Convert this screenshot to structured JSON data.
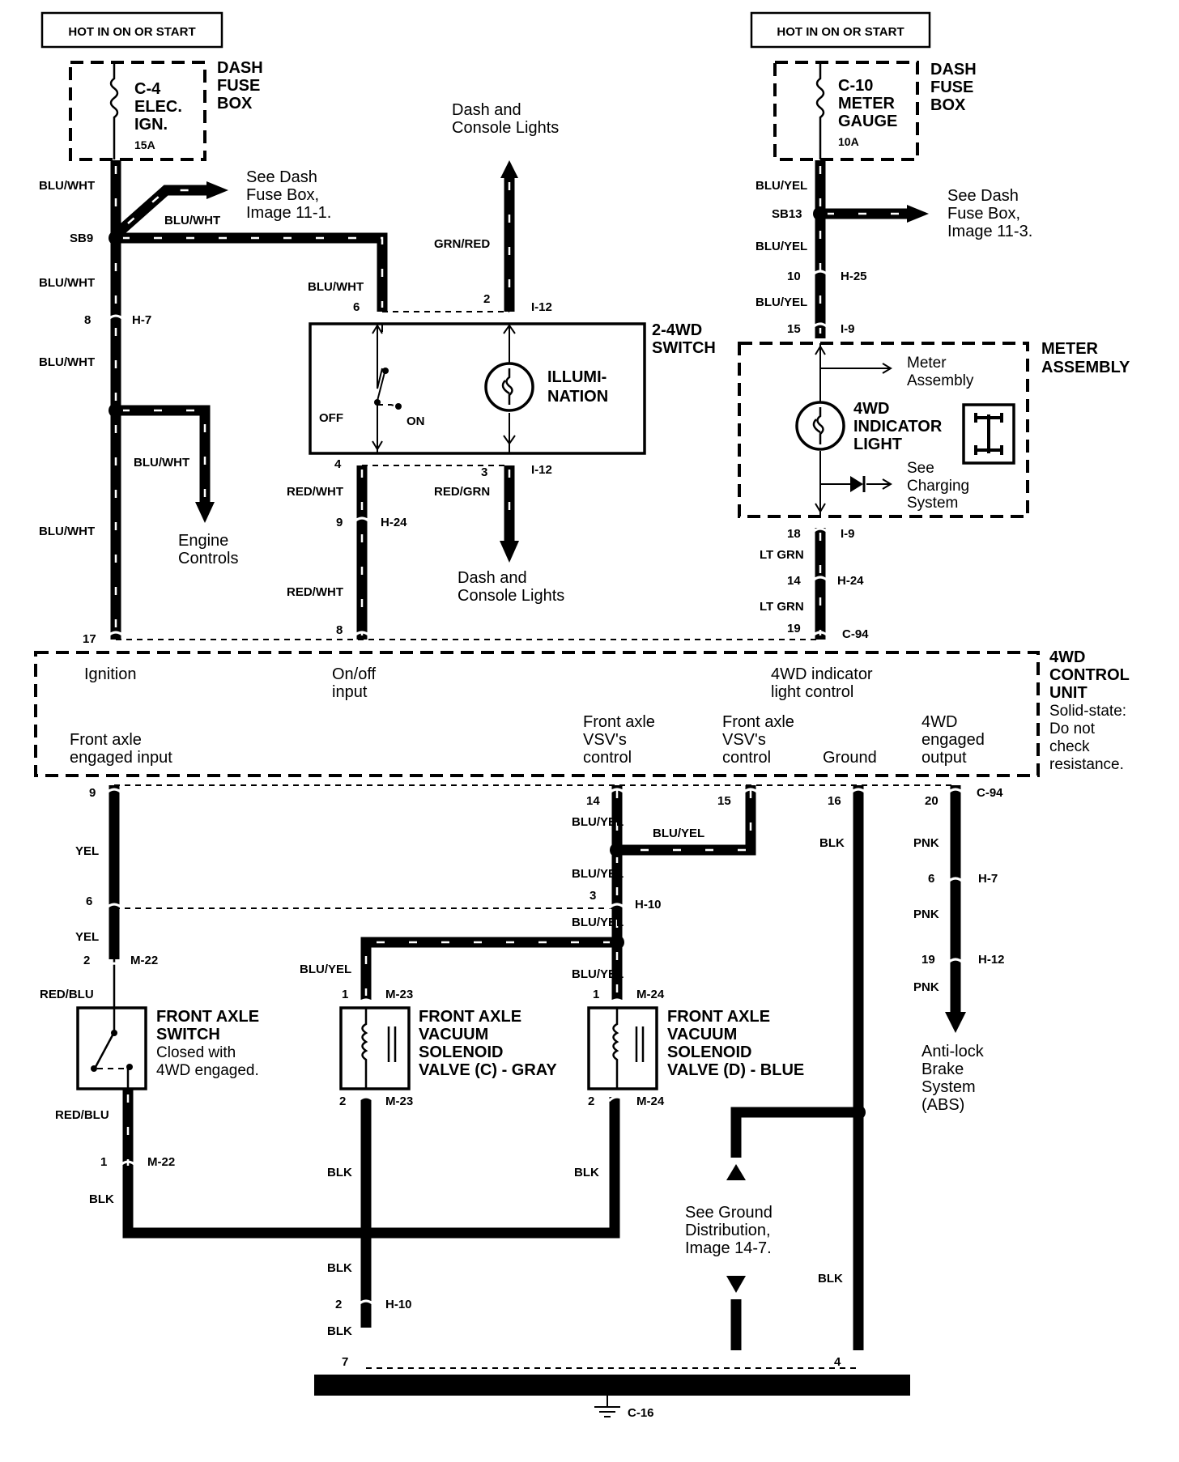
{
  "hot_labels": {
    "left": "HOT IN ON OR START",
    "right": "HOT IN ON OR START"
  },
  "fuse_left": {
    "line1": "C-4",
    "line2": "ELEC.",
    "line3": "IGN.",
    "rating": "15A",
    "box_line1": "DASH",
    "box_line2": "FUSE",
    "box_line3": "BOX"
  },
  "fuse_right": {
    "line1": "C-10",
    "line2": "METER",
    "line3": "GAUGE",
    "rating": "10A",
    "box_line1": "DASH",
    "box_line2": "FUSE",
    "box_line3": "BOX"
  },
  "refs": {
    "dash_fuse_1": {
      "l1": "See Dash",
      "l2": "Fuse Box,",
      "l3": "Image 11-1."
    },
    "dash_fuse_3": {
      "l1": "See Dash",
      "l2": "Fuse Box,",
      "l3": "Image 11-3."
    },
    "dash_console_top": {
      "l1": "Dash and",
      "l2": "Console Lights"
    },
    "dash_console_bottom": {
      "l1": "Dash and",
      "l2": "Console Lights"
    },
    "engine_controls": {
      "l1": "Engine",
      "l2": "Controls"
    },
    "meter_assembly": {
      "l1": "Meter",
      "l2": "Assembly"
    },
    "charging": {
      "l1": "See",
      "l2": "Charging",
      "l3": "System"
    },
    "ground_dist": {
      "l1": "See Ground",
      "l2": "Distribution,",
      "l3": "Image 14-7."
    },
    "abs": {
      "l1": "Anti-lock",
      "l2": "Brake",
      "l3": "System",
      "l4": "(ABS)"
    }
  },
  "wire_colors": {
    "blu_wht": "BLU/WHT",
    "blu_yel": "BLU/YEL",
    "grn_red": "GRN/RED",
    "red_wht": "RED/WHT",
    "red_grn": "RED/GRN",
    "lt_grn": "LT GRN",
    "yel": "YEL",
    "red_blu": "RED/BLU",
    "blk": "BLK",
    "pnk": "PNK"
  },
  "splices": {
    "sb9": "SB9",
    "sb13": "SB13"
  },
  "connectors": {
    "h7": "H-7",
    "h25": "H-25",
    "i9": "I-9",
    "i12": "I-12",
    "h24": "H-24",
    "c94": "C-94",
    "h10": "H-10",
    "m22": "M-22",
    "m23": "M-23",
    "m24": "M-24",
    "h12": "H-12",
    "c16": "C-16"
  },
  "pins": {
    "p1": "1",
    "p2": "2",
    "p3": "3",
    "p4": "4",
    "p6": "6",
    "p7": "7",
    "p8": "8",
    "p9": "9",
    "p10": "10",
    "p14": "14",
    "p15": "15",
    "p16": "16",
    "p17": "17",
    "p18": "18",
    "p19": "19",
    "p20": "20"
  },
  "switch_24wd": {
    "title1": "2-4WD",
    "title2": "SWITCH",
    "off": "OFF",
    "on": "ON",
    "illum1": "ILLUMI-",
    "illum2": "NATION"
  },
  "meter": {
    "title1": "METER",
    "title2": "ASSEMBLY",
    "light1": "4WD",
    "light2": "INDICATOR",
    "light3": "LIGHT"
  },
  "control_unit": {
    "title1": "4WD",
    "title2": "CONTROL",
    "title3": "UNIT",
    "note1": "Solid-state:",
    "note2": "Do not",
    "note3": "check",
    "note4": "resistance.",
    "ignition": "Ignition",
    "onoff1": "On/off",
    "onoff2": "input",
    "ind1": "4WD indicator",
    "ind2": "light control",
    "fa_in1": "Front axle",
    "fa_in2": "engaged input",
    "vsv1_1": "Front axle",
    "vsv1_2": "VSV's",
    "vsv1_3": "control",
    "vsv2_1": "Front axle",
    "vsv2_2": "VSV's",
    "vsv2_3": "control",
    "ground": "Ground",
    "out1": "4WD",
    "out2": "engaged",
    "out3": "output"
  },
  "front_axle_switch": {
    "t1": "FRONT AXLE",
    "t2": "SWITCH",
    "n1": "Closed with",
    "n2": "4WD engaged."
  },
  "valve_c": {
    "t1": "FRONT AXLE",
    "t2": "VACUUM",
    "t3": "SOLENOID",
    "t4": "VALVE (C) - GRAY"
  },
  "valve_d": {
    "t1": "FRONT AXLE",
    "t2": "VACUUM",
    "t3": "SOLENOID",
    "t4": "VALVE (D) - BLUE"
  }
}
